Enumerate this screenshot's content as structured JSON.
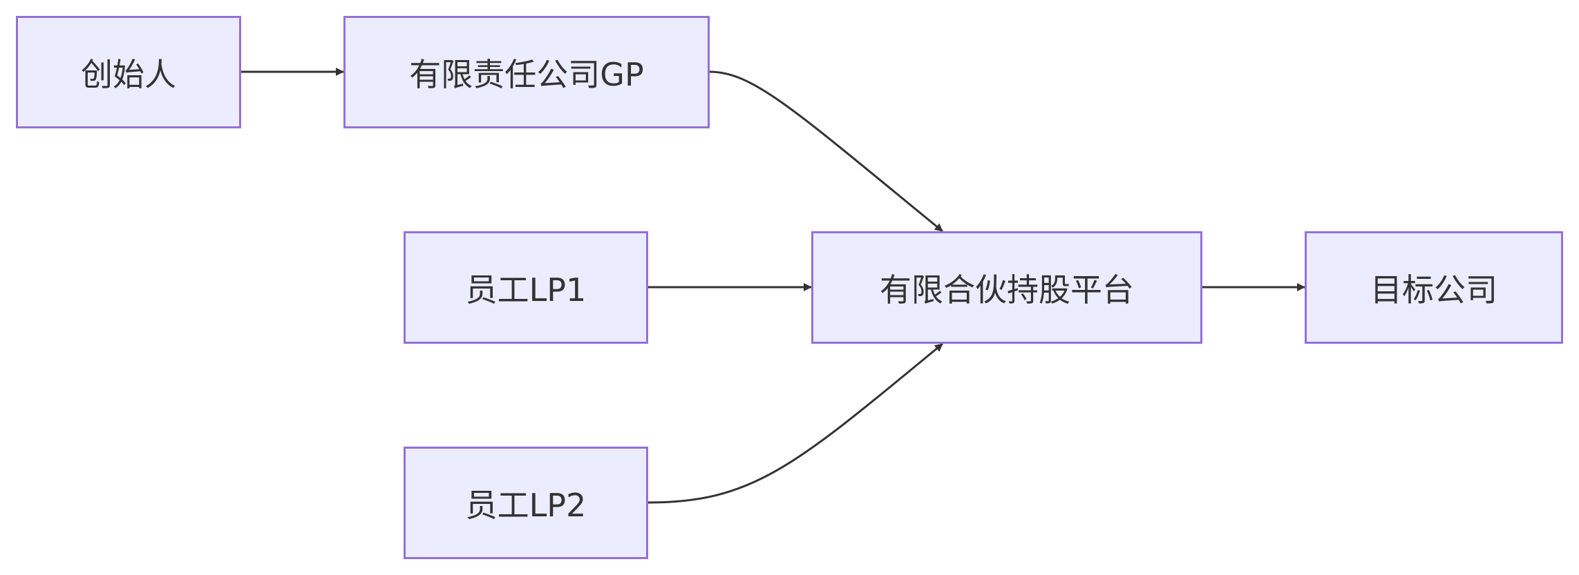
{
  "nodes": {
    "founder": "创始人",
    "gp": "有限责任公司GP",
    "lp1": "员工LP1",
    "lp2": "员工LP2",
    "platform": "有限合伙持股平台",
    "target": "目标公司"
  },
  "edges": [
    {
      "from": "founder",
      "to": "gp"
    },
    {
      "from": "gp",
      "to": "platform"
    },
    {
      "from": "lp1",
      "to": "platform"
    },
    {
      "from": "lp2",
      "to": "platform"
    },
    {
      "from": "platform",
      "to": "target"
    }
  ],
  "colors": {
    "node_fill": "#ECECFF",
    "node_border": "#9370DB",
    "edge": "#333333",
    "text": "#333333"
  }
}
